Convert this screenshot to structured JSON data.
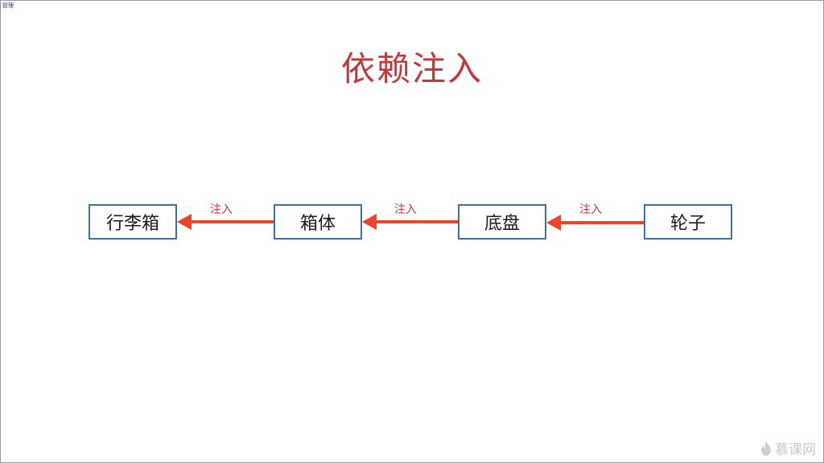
{
  "corner_label": "管理",
  "title": "依赖注入",
  "nodes": [
    {
      "label": "行李箱"
    },
    {
      "label": "箱体"
    },
    {
      "label": "底盘"
    },
    {
      "label": "轮子"
    }
  ],
  "edges": [
    {
      "label": "注入"
    },
    {
      "label": "注入"
    },
    {
      "label": "注入"
    }
  ],
  "colors": {
    "title": "#c0393b",
    "arrow": "#e8452c",
    "box_border": "#3f6fa3",
    "edge_label": "#c0393b"
  },
  "watermark": {
    "text": "慕课网",
    "icon": "flame-icon"
  }
}
